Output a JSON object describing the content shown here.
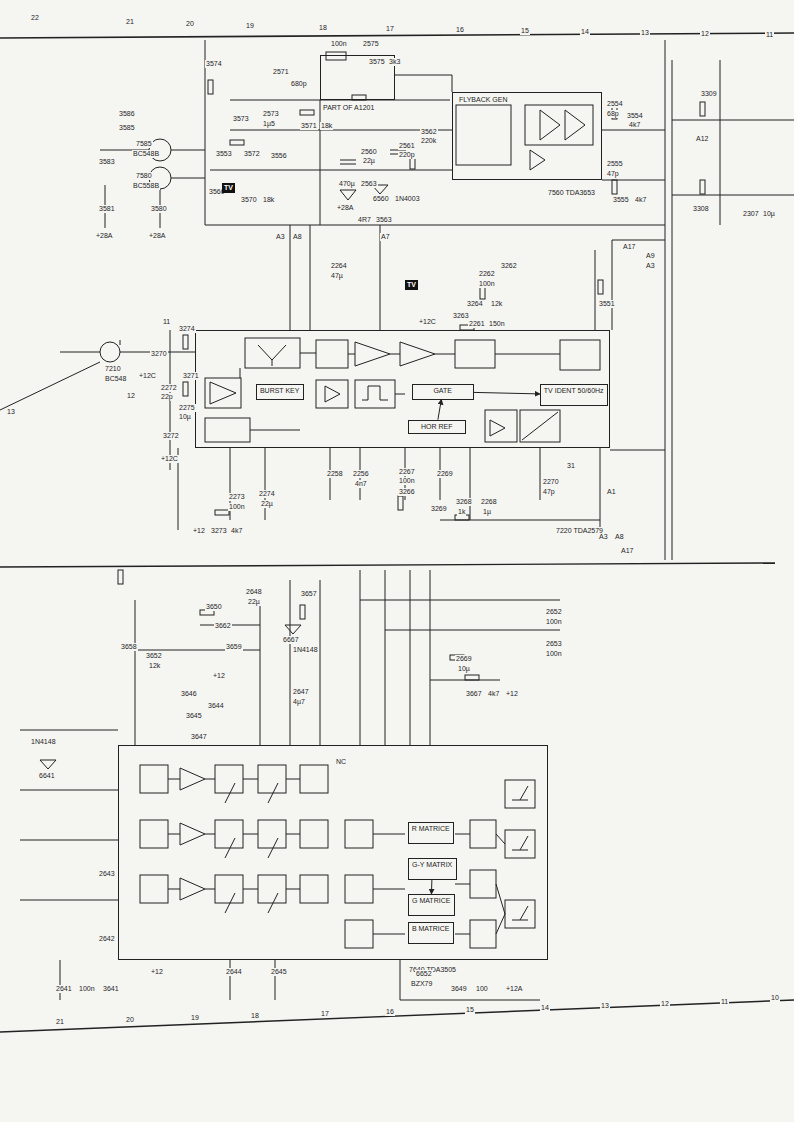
{
  "diagram": {
    "nodes": [
      {
        "text": [
          "FLYBACK GEN",
          "7560 TDA3653"
        ]
      },
      {
        "text": [
          "PART OF A1201"
        ]
      },
      {
        "text": [
          "7220 TDA2579"
        ]
      },
      {
        "text": [
          "TV IDENT 50/60Hz"
        ],
        "in": 2
      },
      {
        "text": [
          "GATE"
        ],
        "in": 2
      },
      {
        "text": [
          "BURST KEY"
        ],
        "in": 2
      },
      {
        "text": [
          "HOR REF"
        ],
        "in": 2
      },
      {
        "text": [
          "7640 TDA3505"
        ]
      },
      {
        "text": [
          "R MATRICE"
        ],
        "in": 7
      },
      {
        "text": [
          "G-Y MATRIX"
        ],
        "in": 7
      },
      {
        "text": [
          "G MATRICE"
        ],
        "in": 7
      },
      {
        "text": [
          "B MATRICE"
        ],
        "in": 7
      }
    ],
    "edges": [
      {
        "from": 6,
        "to": 4,
        "arrow": "to"
      },
      {
        "from": 4,
        "to": 3,
        "arrow": "to"
      },
      {
        "from": 9,
        "to": 10,
        "arrow": "to"
      }
    ],
    "labels": [
      "22",
      "21",
      "20",
      "19",
      "18",
      "17",
      "16",
      "15",
      "14",
      "13",
      "12",
      "11",
      "21",
      "20",
      "19",
      "18",
      "17",
      "16",
      "15",
      "14",
      "13",
      "12",
      "11",
      "10",
      "3574",
      "2571",
      "680p",
      "100n",
      "2575",
      "3575",
      "3k3",
      "3573",
      "2573",
      "1µ5",
      "3571",
      "18k",
      "3553",
      "3572",
      "3556",
      "3560",
      "3570",
      "18k",
      "7585",
      "BC548B",
      "7580",
      "BC558B",
      "3586",
      "3585",
      "3583",
      "3581",
      "3580",
      "+28A",
      "+28A",
      "2561",
      "220p",
      "3562",
      "220k",
      "2560",
      "22µ",
      "2563",
      "470µ",
      "6560",
      "1N4003",
      "3563",
      "4R7",
      "+28A",
      "2554",
      "68p",
      "3554",
      "4k7",
      "2555",
      "47p",
      "3555",
      "4k7",
      "3309",
      "3308",
      "2307",
      "10µ",
      "A17",
      "A9",
      "A3",
      "A8",
      "A3",
      "A7",
      "A12",
      "3551",
      "3262",
      "2262",
      "100n",
      "3264",
      "12k",
      "3263",
      "2261",
      "150n",
      "+12C",
      "2264",
      "47µ",
      "3274",
      "3271",
      "3270",
      "7210",
      "BC548",
      "2272",
      "22p",
      "2275",
      "10µ",
      "3272",
      "+12C",
      "+12C",
      "2274",
      "22µ",
      "2273",
      "100n",
      "3273",
      "4k7",
      "+12",
      "2258",
      "2256",
      "4n7",
      "2267",
      "100n",
      "3266",
      "2269",
      "3269",
      "3268",
      "1k",
      "2268",
      "1µ",
      "2270",
      "47p",
      "A1",
      "A3",
      "A8",
      "A17",
      "11",
      "12",
      "13",
      "31",
      "3658",
      "3652",
      "12k",
      "3650",
      "3662",
      "3659",
      "2648",
      "22µ",
      "3657",
      "6667",
      "1N4148",
      "2669",
      "10µ",
      "3667",
      "4k7",
      "+12",
      "2652",
      "100n",
      "2653",
      "100n",
      "2647",
      "4µ7",
      "3646",
      "3645",
      "3644",
      "+12",
      "3647",
      "6641",
      "1N4148",
      "2641",
      "100n",
      "3641",
      "2642",
      "2643",
      "2644",
      "2645",
      "3649",
      "100",
      "6652",
      "BZX79",
      "+12A",
      "+12",
      "NC",
      "TV",
      "TV"
    ]
  }
}
